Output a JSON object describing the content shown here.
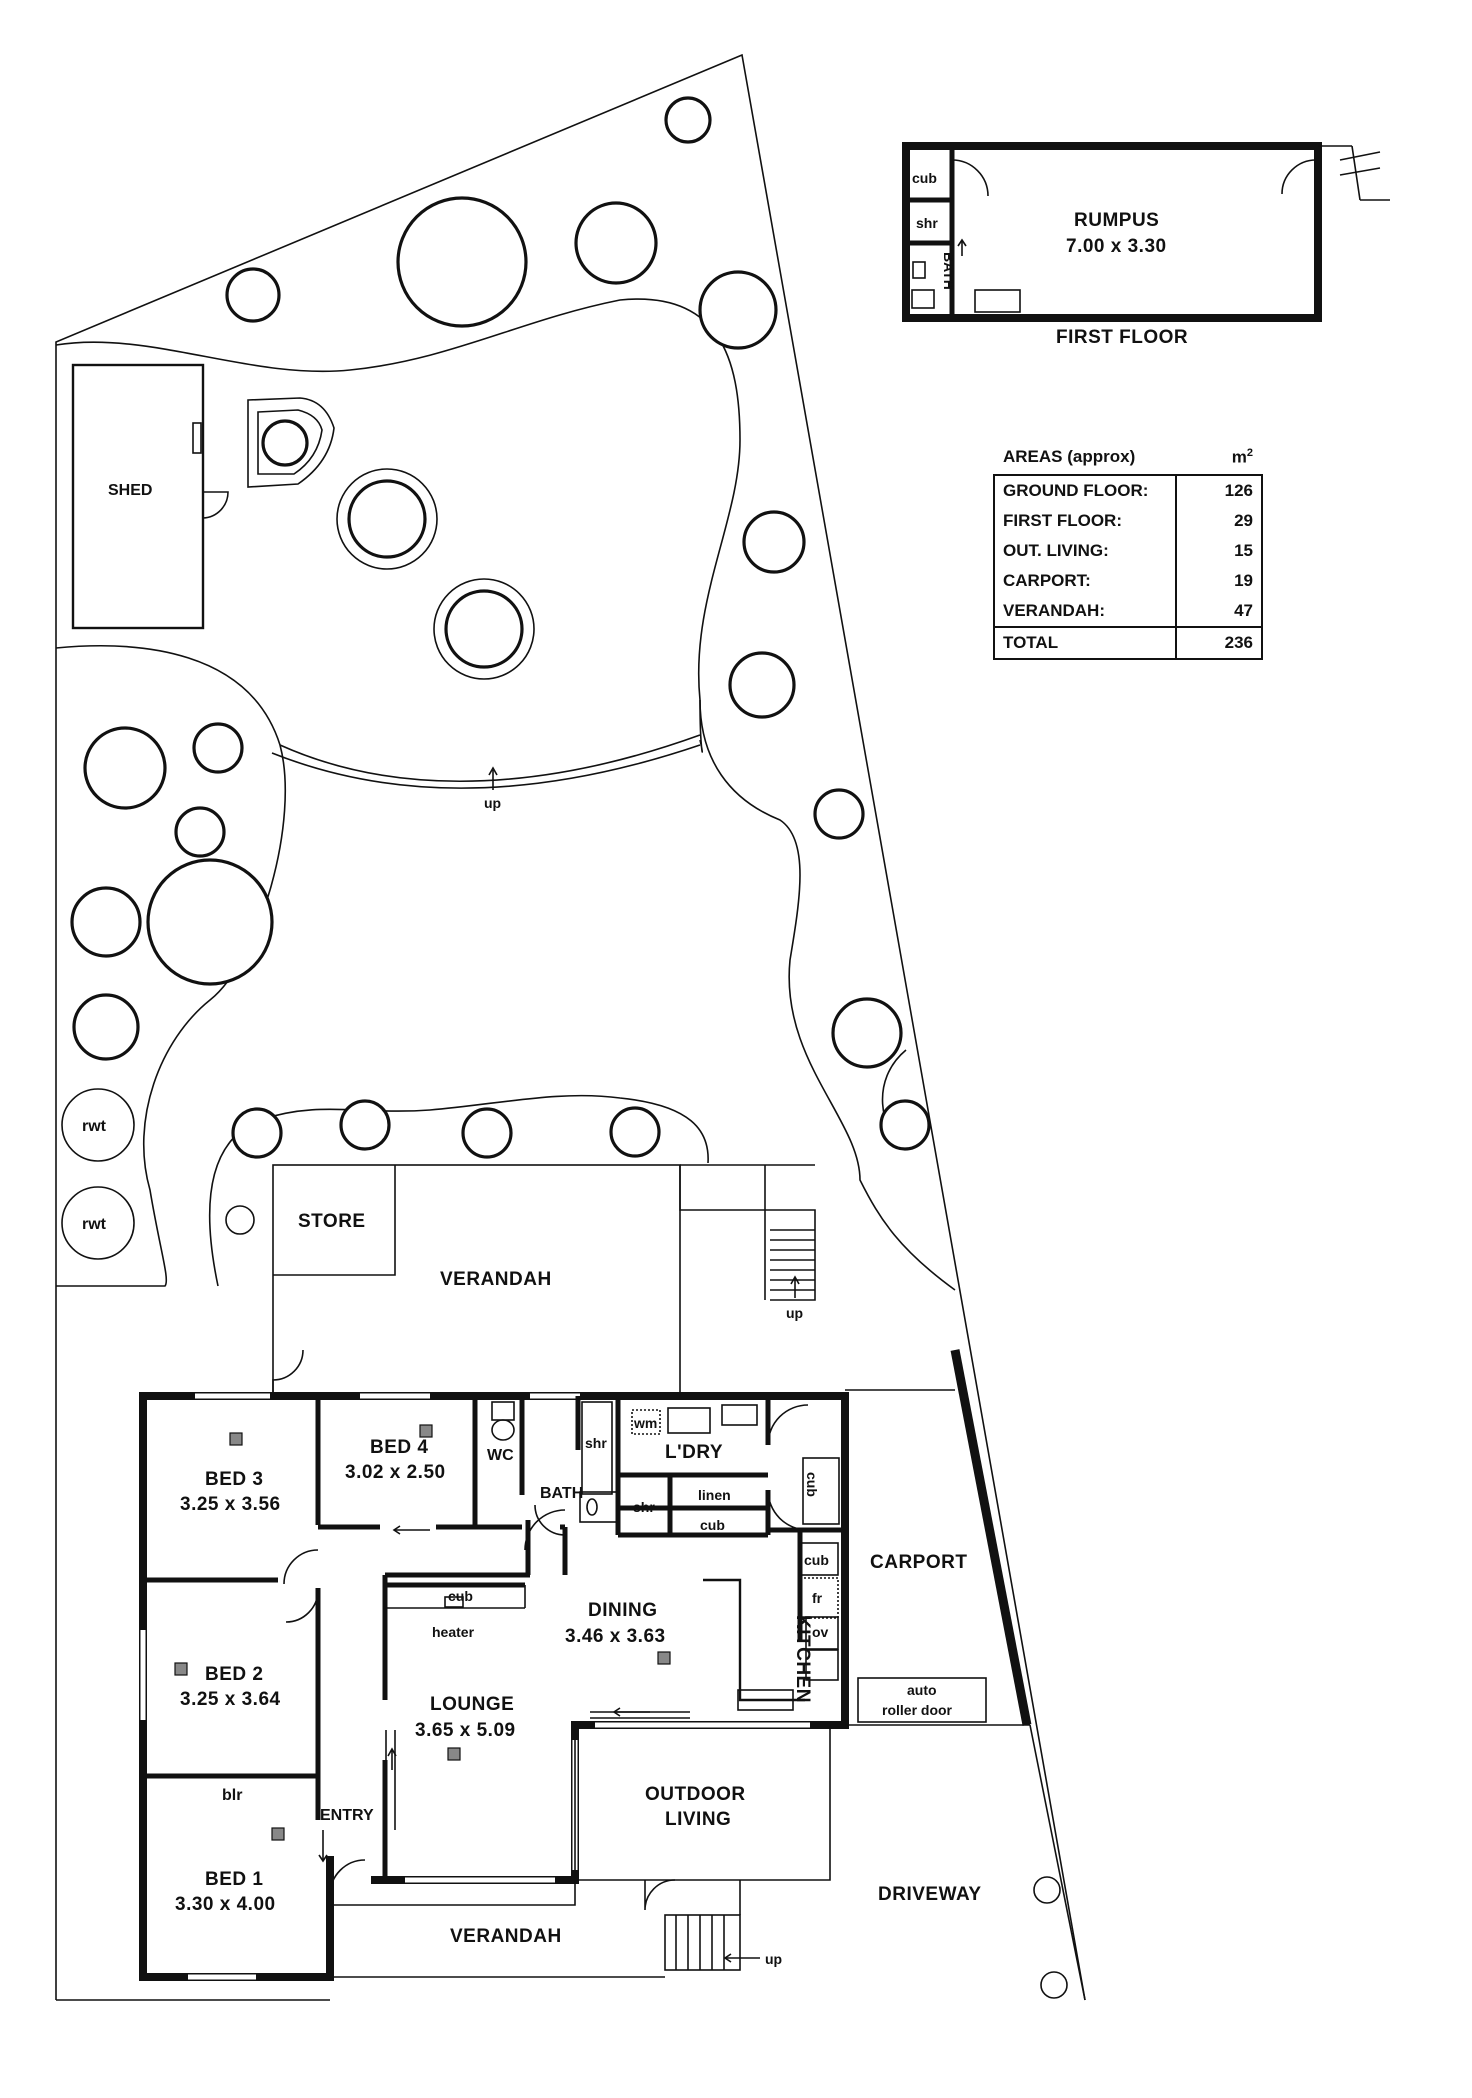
{
  "plan": {
    "rumpus": {
      "name": "RUMPUS",
      "dims": "7.00 x 3.30",
      "cub": "cub",
      "shr": "shr",
      "bath": "BATH",
      "floor_label": "FIRST FLOOR"
    },
    "garden": {
      "shed": "SHED",
      "up": "up",
      "rwt": "rwt"
    },
    "rear": {
      "store": "STORE",
      "verandah": "VERANDAH",
      "up": "up"
    },
    "rooms": {
      "bed3": {
        "name": "BED 3",
        "dims": "3.25 x 3.56"
      },
      "bed4": {
        "name": "BED 4",
        "dims": "3.02 x 2.50"
      },
      "bed2": {
        "name": "BED 2",
        "dims": "3.25 x 3.64"
      },
      "bed1": {
        "name": "BED 1",
        "dims": "3.30 x 4.00"
      },
      "blr": "blr",
      "wc": "WC",
      "bath": "BATH",
      "shr": "shr",
      "wm": "wm",
      "ldry": "L'DRY",
      "linen": "linen",
      "cub": "cub",
      "dining": {
        "name": "DINING",
        "dims": "3.46 x 3.63"
      },
      "kitchen": "KITCHEN",
      "fr": "fr",
      "ov": "ov",
      "heater": "heater",
      "lounge": {
        "name": "LOUNGE",
        "dims": "3.65 x 5.09"
      },
      "entry": "ENTRY",
      "outdoor_living": [
        "OUTDOOR",
        "LIVING"
      ],
      "carport": "CARPORT",
      "roller_door": [
        "auto",
        "roller door"
      ],
      "driveway": "DRIVEWAY",
      "front_verandah": "VERANDAH",
      "up": "up"
    }
  },
  "areas": {
    "title": "AREAS (approx)",
    "unit": "m",
    "unit_sup": "2",
    "rows": [
      {
        "label": "GROUND FLOOR:",
        "value": "126"
      },
      {
        "label": "FIRST FLOOR:",
        "value": "29"
      },
      {
        "label": "OUT. LIVING:",
        "value": "15"
      },
      {
        "label": "CARPORT:",
        "value": "19"
      },
      {
        "label": "VERANDAH:",
        "value": "47"
      }
    ],
    "total": {
      "label": "TOTAL",
      "value": "236"
    }
  }
}
